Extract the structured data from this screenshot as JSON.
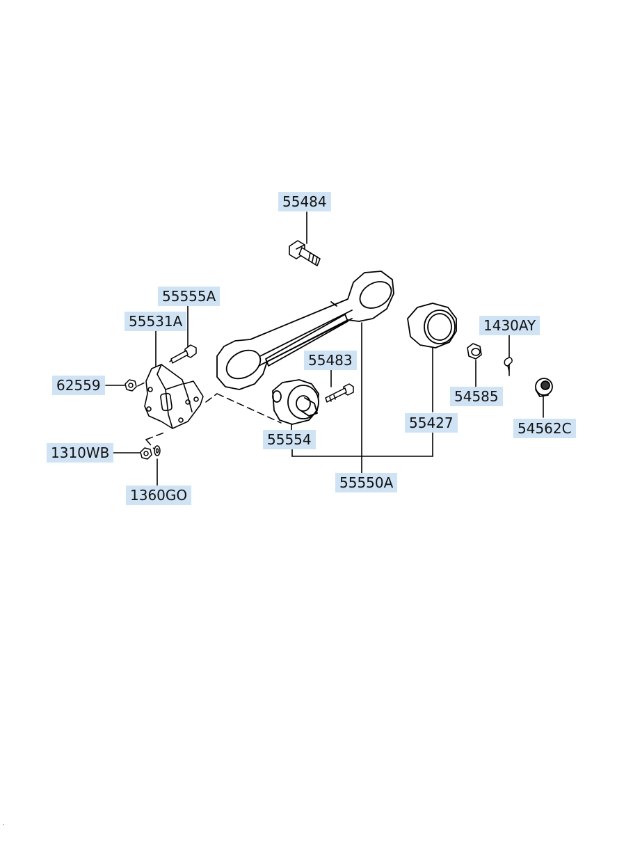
{
  "labels": {
    "p55484": "55484",
    "p55555A": "55555A",
    "p55531A": "55531A",
    "p62559": "62559",
    "p1310WB": "1310WB",
    "p1360GO": "1360GO",
    "p55554": "55554",
    "p55483": "55483",
    "p55550A": "55550A",
    "p55427": "55427",
    "p1430AY": "1430AY",
    "p54585": "54585",
    "p54562C": "54562C"
  },
  "colors": {
    "label_bg": "#cfe3f5",
    "line": "#000000"
  }
}
